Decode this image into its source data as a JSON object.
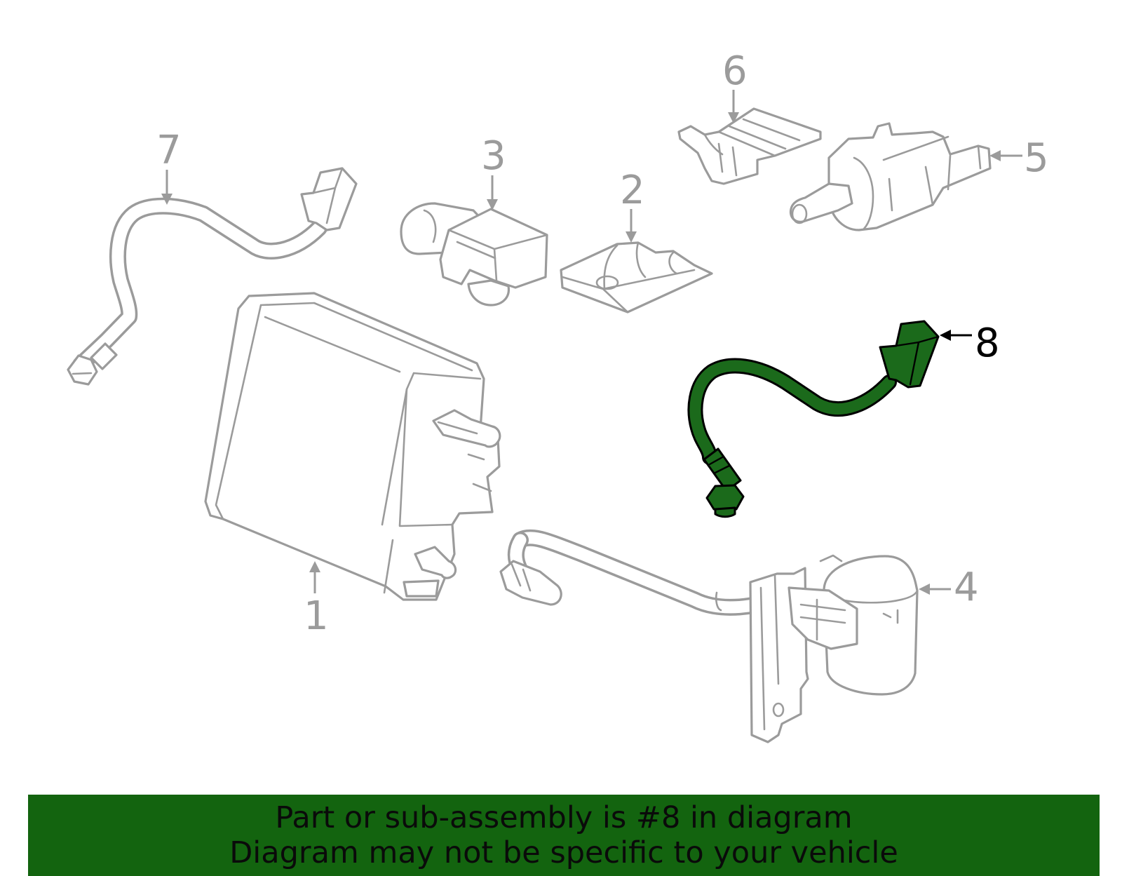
{
  "callouts": {
    "c1": "1",
    "c2": "2",
    "c3": "3",
    "c4": "4",
    "c5": "5",
    "c6": "6",
    "c7": "7",
    "c8": "8"
  },
  "highlighted_part": "8",
  "banner": {
    "line1": "Part or sub-assembly is #8 in diagram",
    "line2": "Diagram may not be specific to your vehicle"
  },
  "colors": {
    "highlight_green": "#1b6a1b",
    "banner_green": "#13640f",
    "line_gray": "#9b9b9b"
  }
}
